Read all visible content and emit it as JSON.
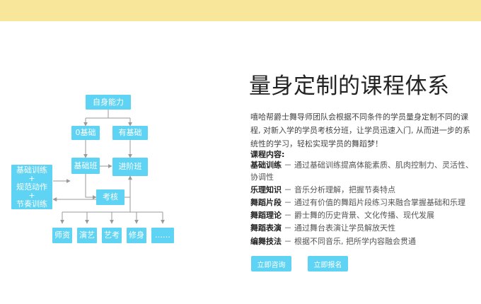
{
  "diagram": {
    "nodes": {
      "self_ability": "自身能力",
      "zero_base": "0基础",
      "has_base": "有基础",
      "basic_class": "基础班",
      "advanced_class": "进阶班",
      "assessment": "考核",
      "training_lines": [
        "基础训练",
        "+",
        "规范动作",
        "+",
        "节奏训练"
      ],
      "outcomes": [
        "师资",
        "演艺",
        "艺考",
        "修身",
        "……"
      ]
    }
  },
  "title": "量身定制的课程体系",
  "intro": "嘻哈帮爵士舞导师团队会根据不同条件的学员量身定制不同的课程, 对新入学的学员考核分班，让学员迅速入门, 从而进一步的系统性的学习，轻松实现学员的舞蹈梦！",
  "content_head": "课程内容:",
  "courses": [
    {
      "name": "基础训练",
      "desc": " － 通过基础训练提高体能素质、肌肉控制力、灵活性、协调性"
    },
    {
      "name": "乐理知识",
      "desc": " － 音乐分析理解，把握节奏特点"
    },
    {
      "name": "舞蹈片段",
      "desc": " － 通过有价值的舞蹈片段练习来融合掌握基础和乐理"
    },
    {
      "name": "舞蹈理论",
      "desc": " － 爵士舞的历史背景、文化传播、现代发展"
    },
    {
      "name": "舞蹈表演",
      "desc": " － 通过舞台表演让学员解放天性"
    },
    {
      "name": "编舞技法",
      "desc": " － 根据不同音乐, 把所学内容融会贯通"
    }
  ],
  "buttons": {
    "consult": "立即咨询",
    "signup": "立即报名"
  },
  "colors": {
    "top_bar": "#f8e69a",
    "node": "#5fd3f3",
    "line": "#9a9a9a"
  }
}
